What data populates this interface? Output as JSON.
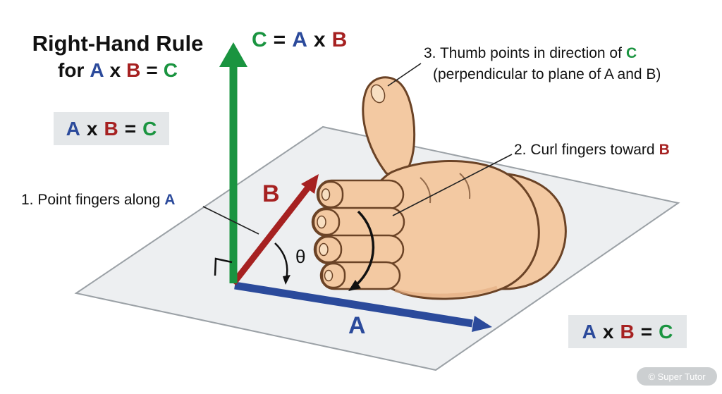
{
  "colors": {
    "vector_a": "#2b4a9b",
    "vector_b": "#a62121",
    "vector_c": "#1a9440",
    "plane_fill": "#edeff1",
    "plane_border": "#9ba1a6",
    "box_bg": "#e4e7e9",
    "skin": "#f3c9a2",
    "skin_shadow": "#e2ab7e",
    "outline": "#6b4326"
  },
  "title": {
    "line1": "Right-Hand Rule",
    "line2": {
      "prefix": "for",
      "a": "A",
      "times": "x",
      "b": "B",
      "equals": "=",
      "c": "C"
    }
  },
  "top_equation": {
    "c": "C",
    "equals": "=",
    "a": "A",
    "times": "x",
    "b": "B"
  },
  "formula_box": {
    "a": "A",
    "times": "x",
    "b": "B",
    "equals": "=",
    "c": "C"
  },
  "steps": {
    "step1": {
      "text": "1. Point fingers along",
      "vector": "A"
    },
    "step2": {
      "text": "2. Curl fingers toward",
      "vector": "B"
    },
    "step3": {
      "text": "3. Thumb points in direction of",
      "vector": "C",
      "line2": "(perpendicular to plane of A and B)"
    }
  },
  "vector_labels": {
    "a": "A",
    "b": "B",
    "theta": "θ"
  },
  "watermark": "© Super Tutor"
}
